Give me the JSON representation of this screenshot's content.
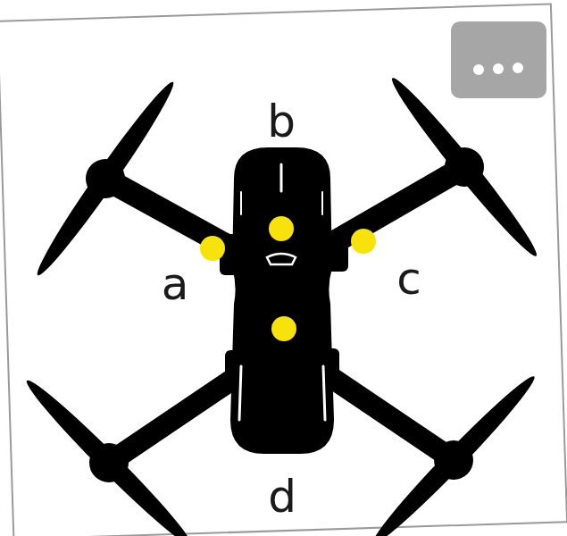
{
  "diagram": {
    "labels": [
      "b",
      "a",
      "c",
      "d"
    ]
  }
}
